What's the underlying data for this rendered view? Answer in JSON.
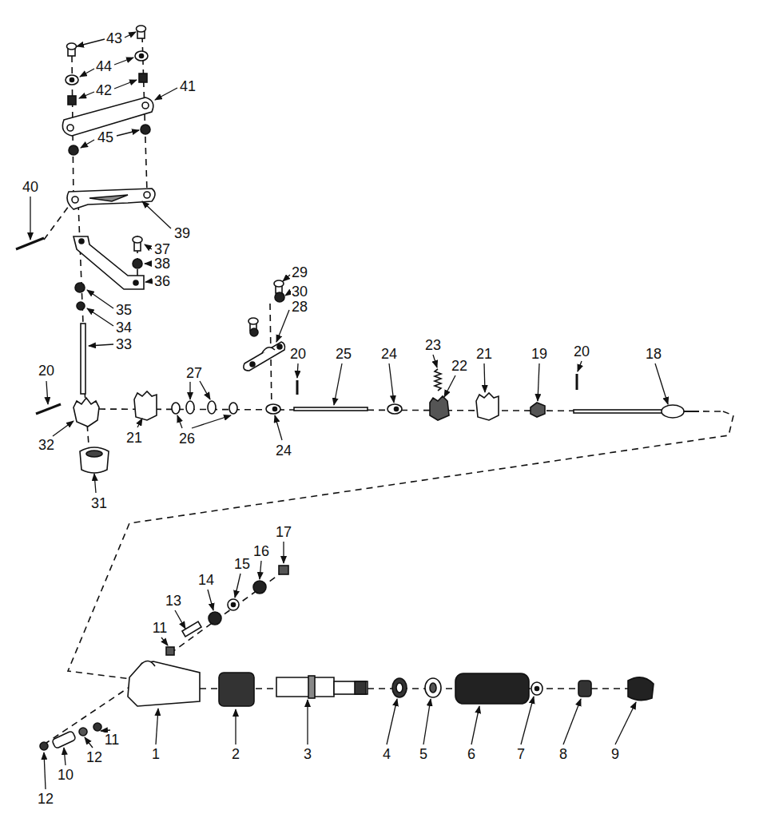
{
  "diagram": {
    "labels": [
      "43",
      "44",
      "42",
      "41",
      "45",
      "40",
      "39",
      "37",
      "38",
      "36",
      "35",
      "34",
      "33",
      "20",
      "32",
      "31",
      "21",
      "27",
      "26",
      "24",
      "29",
      "30",
      "28",
      "20",
      "25",
      "24",
      "23",
      "22",
      "21",
      "19",
      "20",
      "18",
      "17",
      "16",
      "15",
      "14",
      "13",
      "11",
      "1",
      "2",
      "3",
      "4",
      "5",
      "6",
      "7",
      "8",
      "9",
      "12",
      "10",
      "12",
      "11"
    ]
  }
}
